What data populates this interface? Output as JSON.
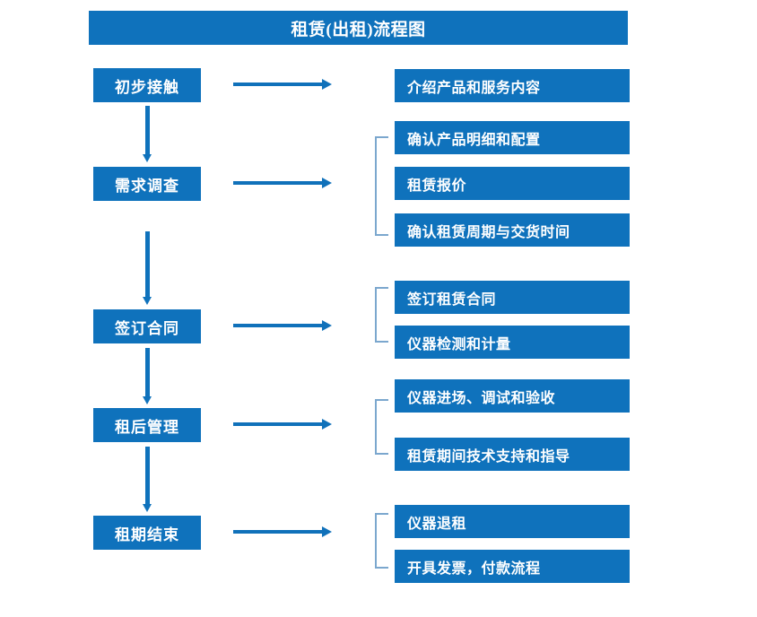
{
  "title": "租赁(出租)流程图",
  "colors": {
    "box_blue": "#0F72BC",
    "arrow_blue": "#1071BA",
    "bracket_blue": "#7BA7CE",
    "text_white": "#FFFFFF",
    "background": "#FFFFFF"
  },
  "stages": [
    {
      "label": "初步接触"
    },
    {
      "label": "需求调查"
    },
    {
      "label": "签订合同"
    },
    {
      "label": "租后管理"
    },
    {
      "label": "租期结束"
    }
  ],
  "details": [
    {
      "label": "介绍产品和服务内容"
    },
    {
      "label": "确认产品明细和配置"
    },
    {
      "label": "租赁报价"
    },
    {
      "label": "确认租赁周期与交货时间"
    },
    {
      "label": "签订租赁合同"
    },
    {
      "label": "仪器检测和计量"
    },
    {
      "label": "仪器进场、调试和验收"
    },
    {
      "label": "租赁期间技术支持和指导"
    },
    {
      "label": "仪器退租"
    },
    {
      "label": "开具发票，付款流程"
    }
  ]
}
